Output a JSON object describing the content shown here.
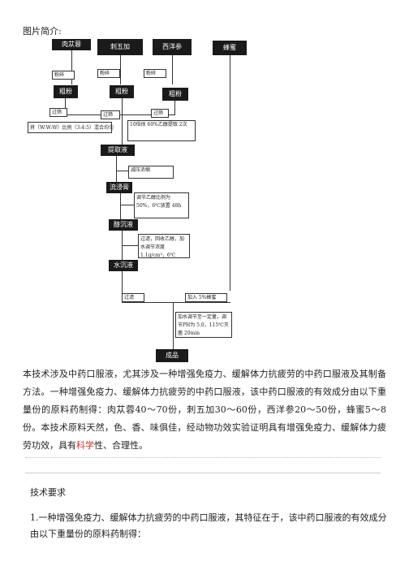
{
  "caption": "图片简介:",
  "flow": {
    "ingredients": {
      "roucongrong": "肉苁蓉",
      "ciwujia": "刺五加",
      "xiyangshen": "西洋参",
      "fengmi": "蜂蜜"
    },
    "crush": "粉碎",
    "coarse_powder": "粗粉",
    "sieve": "过筛",
    "mix_note": "将（W:W:W）比例（3:4:5）混合均匀",
    "extract_note": "10倍体 60%乙醇提取 2次",
    "step_extract": "提取液",
    "concentrate": "减压浓缩",
    "step_paste": "流浸膏",
    "ethanol_note": "调节乙醇比例为 50%，6℃放置 48h",
    "step_alcohol": "醇沉液",
    "recover_note": "过滤，回收乙醇，加水调节浓度1.1g/cm³，6℃",
    "step_water": "水沉液",
    "filter": "过滤",
    "add_honey": "加入 5%蜂蜜",
    "final_note": "加水调节至一定量，调节PH为 5.0，115℃灭菌 20min",
    "product": "成品"
  },
  "intro": {
    "p1": "本技术涉及中药口服液，尤其涉及一种增强免疫力、缓解体力抗疲劳的中药口服液及其制备方法。一种增强免疫力、缓解体力抗疲劳的中药口服液，该中药口服液的有效成分由以下重量份的原料药制得：肉苁蓉40～70份，刺五加30～60份，西洋参20～50份，蜂蜜5～8份。本技术原料天然，色、香、味俱佳，经动物功效实验证明具有增强免疫力、缓解体力疲劳功效，具有",
    "red": "科学",
    "p2": "性、合理性。"
  },
  "section_title": "技术要求",
  "claim1": "1.一种增强免疫力、缓解体力抗疲劳的中药口服液，其特征在于，该中药口服液的有效成分由以下重量份的原料药制得："
}
